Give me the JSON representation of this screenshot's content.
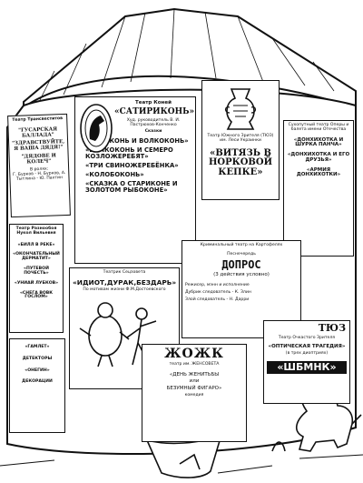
{
  "p_trans": {
    "header": "Театр Трансвеститов",
    "titles": [
      "\"ГУСАРСКАЯ БАЛЛАДА\"",
      "\"ЗДРАВСТВУЙТЕ, Я ВАША ДЯДЯ!\"",
      "\"ДЯДОВЕ И КОЛЕЧ\""
    ],
    "roles": "В ролях:",
    "cast": "Г. Бурков - Н. Бурков, А. Тытлина - Ю. Пахтин"
  },
  "p_satirikon": {
    "header": "Театр Коней",
    "name": "«САТИРИКОНЬ»",
    "director": "Худ. руководитель В. И. Пастрюхов-Конченко",
    "tales": "Сказки",
    "titles": [
      "«ЛИСОКОНЬ И ВОЛКОКОНЬ»",
      "«ВОЛКОКОНЬ И СЕМЕРО КОЗЛОЖЕРЕБЯТ»",
      "«ТРИ СВИНОЖЕРЕБЁНКА»",
      "«КОЛОБОКОНЬ»",
      "«СКАЗКА О СТАРИКОНЕ И ЗОЛОТОМ РЫБОКОНЕ»"
    ]
  },
  "p_yuzhny": {
    "header": "Театр Южного Зрителя (ТЮЗ) им. Леси Украинки",
    "title": "«ВИТЯЗЬ В НОРКОВОЙ КЕПКЕ»"
  },
  "p_detsky": {
    "header": "Сухопутный театр Оперы и балета имени Отечества",
    "titles": [
      "«ДОНХИХОТКА И ШУРКА ПАНЧА»",
      "«ДОНХИХОТКА И ЕГО ДРУЗЬЯ»",
      "«АРМИЯ ДОНХИХОТКИ»"
    ]
  },
  "p_nukol": {
    "header": "Театр Разнообоя Нукол Вильевня",
    "titles": [
      "«БИЛЛ В РЕКЕ»",
      "«ОКОНЧАТЕЛЬНЫЙ ДЕРМАТИТ»",
      "«ПУТЕВОЙ ПОЧЕСТЬ»",
      "«УНИАЙ ЛУБКОВ»",
      "«СНЕГА ВОВК ГОСЛОМ»"
    ]
  },
  "p_idiot": {
    "header": "Театрик Сецзовета",
    "title": "«ИДИОТ,ДУРАК,БЕЗДАРЬ»",
    "subtitle": "По мотивам жизни Ф.М.Достоевского"
  },
  "p_dopros": {
    "header": "Криминальный театр на Картофелях",
    "pre": "Песнечередь",
    "title": "ДОПРОС",
    "acts": "(3 действия условно)",
    "credits": [
      "Режисер, мэнн и исполнение",
      "Дубрик следователь - К. Злин",
      "Злой следователь - Н. Дарри"
    ]
  },
  "p_optics": {
    "logo": "ТЮЗ",
    "header": "Театр Очкастого Зрителя",
    "title": "«ОПТИЧЕСКАЯ ТРАГЕДИЯ»",
    "subtitle": "(в трех диоптриях)",
    "bottom": "«ШБМНК»"
  },
  "p_zhensovet": {
    "logo": "ЖОЖК",
    "header": "театр им. ЖЕНСОВЕТА",
    "lines": [
      "«ДЕНЬ ЖЕНИТЬБЫ",
      "или",
      "БЕЗУМНЫЙ ФИГАРО»",
      "комедия"
    ]
  },
  "p_left_bottom": {
    "titles": [
      "«ГАМЛЕТ»",
      "ДЕТЕКТОРЫ",
      "«ОНЕГИН»",
      "ДЕКОРАЦИИ"
    ]
  }
}
